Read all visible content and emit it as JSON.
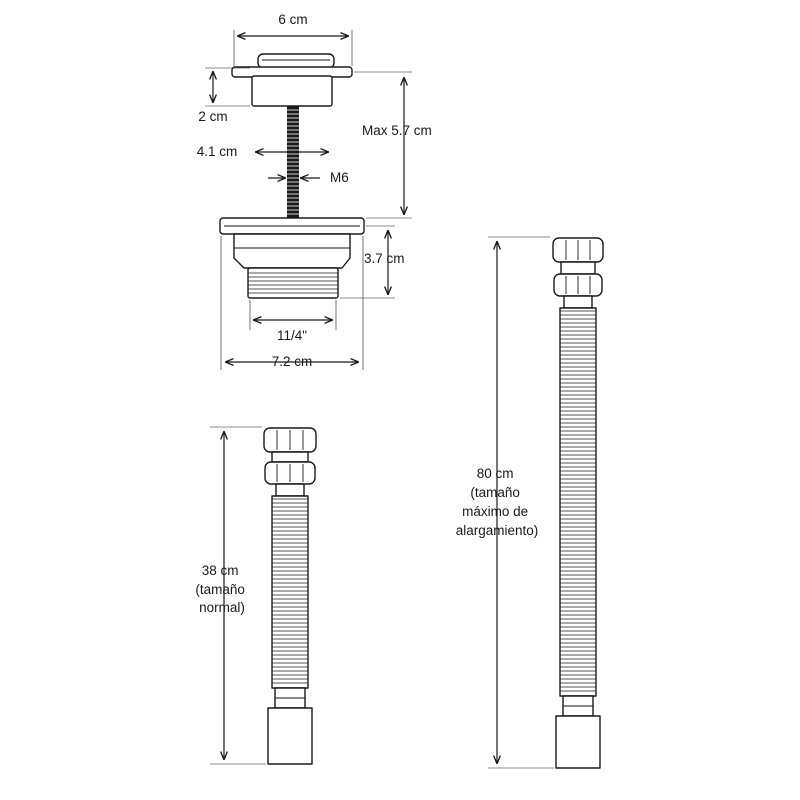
{
  "colors": {
    "ink": "#1a1a1a",
    "background": "#ffffff"
  },
  "valve": {
    "cap_width": "6 cm",
    "cap_height": "2 cm",
    "cap_inner": "4.1 cm",
    "rod_thread": "M6",
    "max_height": "Max 5.7 cm",
    "body_height": "3.7 cm",
    "thread_size": "11/4\"",
    "flange_width": "7.2 cm"
  },
  "hose_short": {
    "length_lines": [
      "38 cm",
      "(tamaño",
      "normal)"
    ]
  },
  "hose_long": {
    "length_lines": [
      "80 cm",
      "(tamaño",
      "máximo de",
      "alargamiento)"
    ]
  }
}
